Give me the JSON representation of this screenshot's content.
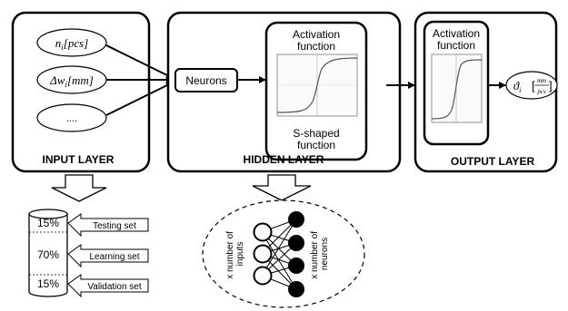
{
  "input_layer": {
    "title": "INPUT LAYER",
    "inputs": [
      {
        "symbol": "n",
        "sub": "i",
        "unit": "[pcs]"
      },
      {
        "symbol": "Δw",
        "sub": "i",
        "unit": "[mm]"
      },
      {
        "text": "...."
      }
    ]
  },
  "hidden_layer": {
    "title": "HIDDEN LAYER",
    "neurons_label": "Neurons",
    "activation_title_1": "Activation",
    "activation_title_2": "function",
    "caption_1": "S-shaped",
    "caption_2": "function"
  },
  "output_layer": {
    "title": "OUTPUT LAYER",
    "activation_title_1": "Activation",
    "activation_title_2": "function",
    "output": {
      "symbol": "ϑ",
      "sub": "i",
      "unit_num": "mm",
      "unit_den": "pcs"
    }
  },
  "dataset": {
    "rows": [
      {
        "percent": "15%",
        "label": "Testing set"
      },
      {
        "percent": "70%",
        "label": "Learning set"
      },
      {
        "percent": "15%",
        "label": "Validation set"
      }
    ]
  },
  "network": {
    "inputs_label_1": "x number of",
    "inputs_label_2": "inputs",
    "neurons_label_1": "x number of",
    "neurons_label_2": "neurons"
  }
}
